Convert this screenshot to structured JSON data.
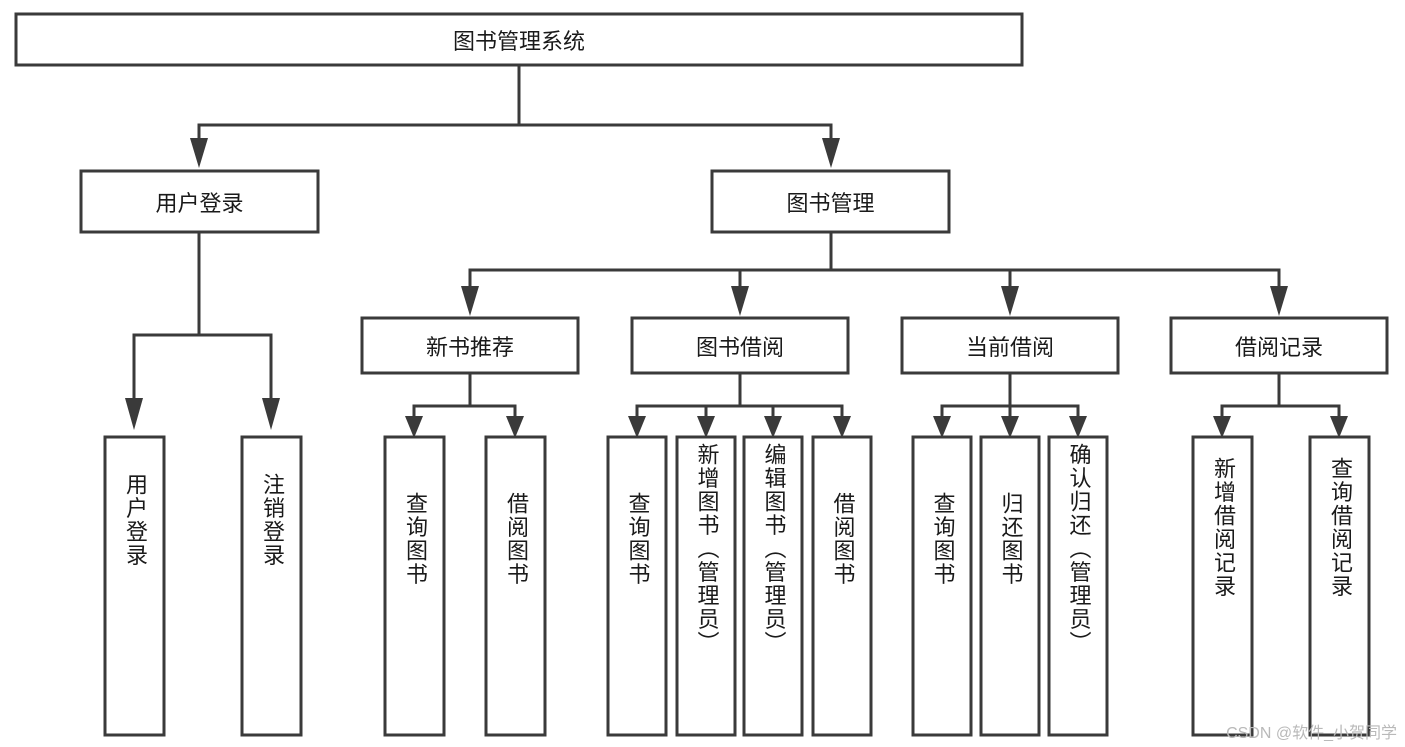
{
  "diagram": {
    "type": "tree-hierarchy",
    "title": "图书管理系统",
    "root": {
      "label": "图书管理系统",
      "orientation": "horizontal"
    },
    "level1": [
      {
        "label": "用户登录",
        "orientation": "horizontal"
      },
      {
        "label": "图书管理",
        "orientation": "horizontal"
      }
    ],
    "level2": [
      {
        "label": "新书推荐",
        "orientation": "horizontal"
      },
      {
        "label": "图书借阅",
        "orientation": "horizontal"
      },
      {
        "label": "当前借阅",
        "orientation": "horizontal"
      },
      {
        "label": "借阅记录",
        "orientation": "horizontal"
      }
    ],
    "leaves": {
      "user_login": [
        {
          "label": "用户登录",
          "orientation": "vertical"
        },
        {
          "label": "注销登录",
          "orientation": "vertical"
        }
      ],
      "new_book_recommend": [
        {
          "label": "查询图书",
          "orientation": "vertical"
        },
        {
          "label": "借阅图书",
          "orientation": "vertical"
        }
      ],
      "book_borrow": [
        {
          "label": "查询图书",
          "orientation": "vertical"
        },
        {
          "label": "新增图书（管理员）",
          "orientation": "vertical"
        },
        {
          "label": "编辑图书（管理员）",
          "orientation": "vertical"
        },
        {
          "label": "借阅图书",
          "orientation": "vertical"
        }
      ],
      "current_borrow": [
        {
          "label": "查询图书",
          "orientation": "vertical"
        },
        {
          "label": "归还图书",
          "orientation": "vertical"
        },
        {
          "label": "确认归还（管理员）",
          "orientation": "vertical"
        }
      ],
      "borrow_record": [
        {
          "label": "新增借阅记录",
          "orientation": "vertical"
        },
        {
          "label": "查询借阅记录",
          "orientation": "vertical"
        }
      ]
    },
    "colors": {
      "stroke": "#3a3a3a",
      "fill": "#ffffff",
      "text": "#1a1a1a",
      "watermark": "#b9b9b9"
    }
  },
  "watermark": {
    "text": "CSDN @软件_小贺同学"
  }
}
